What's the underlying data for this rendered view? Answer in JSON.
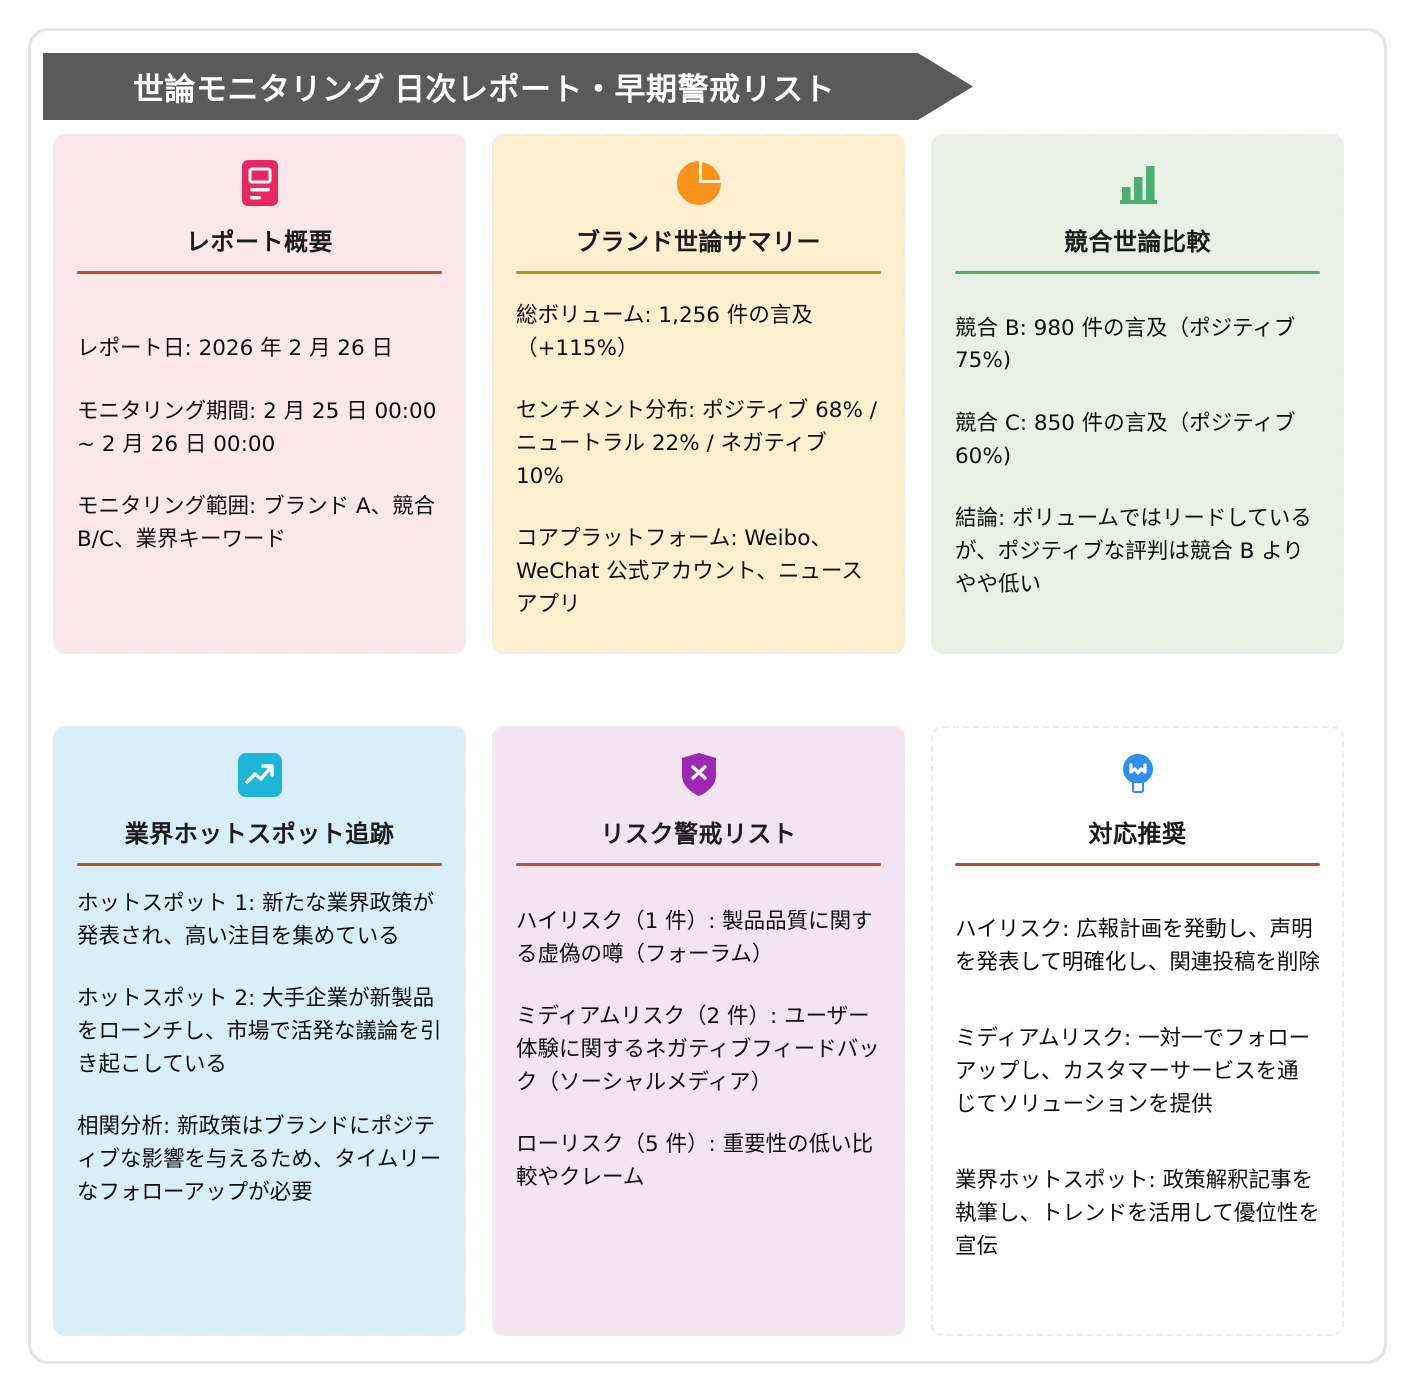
{
  "banner": {
    "title": "世論モニタリング 日次レポート・早期警戒リスト"
  },
  "colors": {
    "banner_bg": "#5a5a5a",
    "report_bg": "#fce8ec",
    "report_icon": "#e8285f",
    "summary_bg": "#fdefcf",
    "summary_icon": "#f7941d",
    "compare_bg": "#e8f2e4",
    "compare_icon": "#4caf72",
    "hotspot_bg": "#d8eef8",
    "hotspot_icon": "#1eb6d8",
    "risk_bg": "#f2e4f3",
    "risk_icon": "#9c27b0",
    "action_bg": "#ffffff",
    "action_icon": "#2d8fee",
    "rule_red": "#c0502a",
    "rule_olive": "#b39313",
    "rule_green": "#4caf72",
    "card_border": "#ececec"
  },
  "cards": [
    {
      "id": "report-overview",
      "icon": "document-icon",
      "title": "レポート概要",
      "rule": "red",
      "lines": [
        "レポート日: 2026 年 2 月 26 日",
        "モニタリング期間: 2 月 25 日 00:00 ~ 2 月 26 日 00:00",
        "モニタリング範囲: ブランド A、競合 B/C、業界キーワード"
      ]
    },
    {
      "id": "brand-sentiment-summary",
      "icon": "pie-chart-icon",
      "title": "ブランド世論サマリー",
      "rule": "olive",
      "lines": [
        "総ボリューム: 1,256 件の言及（+115%）",
        "センチメント分布: ポジティブ 68% / ニュートラル 22% / ネガティブ 10%",
        "コアプラットフォーム: Weibo、WeChat 公式アカウント、ニュースアプリ"
      ]
    },
    {
      "id": "competitor-comparison",
      "icon": "bar-chart-icon",
      "title": "競合世論比較",
      "rule": "green",
      "lines": [
        "競合 B: 980 件の言及（ポジティブ 75%)",
        "競合 C: 850 件の言及（ポジティブ 60%)",
        "結論: ボリュームではリードしているが、ポジティブな評判は競合 B よりやや低い"
      ]
    },
    {
      "id": "industry-hotspot-tracking",
      "icon": "trending-up-icon",
      "title": "業界ホットスポット追跡",
      "rule": "red",
      "lines": [
        "ホットスポット 1: 新たな業界政策が発表され、高い注目を集めている",
        "ホットスポット 2: 大手企業が新製品をローンチし、市場で活発な議論を引き起こしている",
        "相関分析: 新政策はブランドにポジティブな影響を与えるため、タイムリーなフォローアップが必要"
      ]
    },
    {
      "id": "risk-alert-list",
      "icon": "shield-x-icon",
      "title": "リスク警戒リスト",
      "rule": "red",
      "lines": [
        "ハイリスク（1 件）: 製品品質に関する虚偽の噂（フォーラム）",
        "ミディアムリスク（2 件）: ユーザー体験に関するネガティブフィードバック（ソーシャルメディア）",
        "ローリスク（5 件）: 重要性の低い比較やクレーム"
      ]
    },
    {
      "id": "response-recommendations",
      "icon": "lightbulb-icon",
      "title": "対応推奨",
      "rule": "red",
      "lines": [
        "ハイリスク: 広報計画を発動し、声明を発表して明確化し、関連投稿を削除",
        "ミディアムリスク: 一対一でフォローアップし、カスタマーサービスを通じてソリューションを提供",
        "業界ホットスポット: 政策解釈記事を執筆し、トレンドを活用して優位性を宣伝"
      ]
    }
  ]
}
